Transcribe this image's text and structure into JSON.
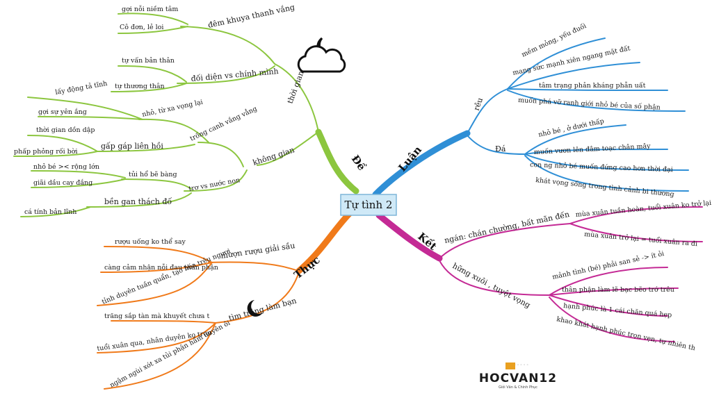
{
  "center": {
    "label": "Tự tình 2"
  },
  "colors": {
    "de": "#8cc63f",
    "thuc": "#f07a1a",
    "luan": "#2f8fd6",
    "ket": "#c42a95",
    "center_fill": "#cfe9f7",
    "center_border": "#7fb5d8"
  },
  "branches": {
    "de": {
      "label": "Đề",
      "thoi_gian": {
        "label": "thời gian",
        "dem_khuya": {
          "label": "đêm khuya thanh vắng",
          "leaves": [
            "gợi nỗi niềm tâm",
            "Cô đơn, lẻ loi"
          ]
        },
        "doi_dien": {
          "label": "đối diện vs chính mình",
          "leaves": [
            "tự  vấn bản thân",
            "tự  thương thân"
          ]
        }
      },
      "khong_gian": {
        "label": "không gian",
        "trong_canh": {
          "label": "trống canh vắng vẳng",
          "sub": [
            {
              "label": "nhỏ, từ  xa vọng lại",
              "leaves": [
                "lấy động tả tĩnh",
                "gợi sự yên ắng"
              ]
            },
            {
              "label": "gấp gáp liên hồi",
              "leaves": [
                "thời gian dồn dập",
                "phấp phỏng rối bời"
              ]
            }
          ]
        },
        "tro_vs_nuoc_non": {
          "label": "trơ vs nước non",
          "sub": [
            {
              "label": "tủi hổ bẽ bàng",
              "leaves": [
                "nhỏ bé >< rộng lớn",
                "giãi dầu cay đắng"
              ]
            },
            {
              "label": "bền gan thách đố",
              "leaves": [
                "cá tính bản lĩnh"
              ]
            }
          ]
        }
      }
    },
    "thuc": {
      "label": "Thực",
      "muon_ruou": {
        "label": "mượn rượu giải sầu",
        "leaves": [
          "rượu uống ko thể say",
          "càng cảm nhận nỗi đau thân phận",
          "tỉnh duyên tuần quẩn, tạo hóa trêu ngươi"
        ]
      },
      "tim_trang": {
        "label": "tìm trăng làm bạn",
        "leaves": [
          "trăng sắp tàn mà khuyết chưa t",
          "tuổi xuân qua, nhân duyên ko trọn",
          "ngậm ngùi xót xa tủi phận hẩm duyên ôi"
        ]
      }
    },
    "luan": {
      "label": "Luận",
      "reu": {
        "label": "rêu",
        "leaves": [
          "mềm mỏng, yếu đuối",
          "mang sức mạnh xiên ngang mặt đất",
          "tâm trạng phản kháng phẫn uất",
          "muốn phá vỡ ranh giới nhỏ bé của số phận"
        ]
      },
      "da": {
        "label": "Đá",
        "leaves": [
          "nhỏ bé , ở dưới thấp",
          "muốn vươn lên đâm toạc chân mây",
          "con ng nhỏ bé muốn đứng cao hơn thời đại",
          "khát vọng sống trong tình cảnh bi thương"
        ]
      }
    },
    "ket": {
      "label": "Kết",
      "ngan": {
        "label": "ngán: chán chường, bất mãn đến",
        "leaves": [
          "mùa xuân tuần hoàn, tuổi xuân ko trở lại",
          "mùa xuân trở lại = tuổi xuân ra đi"
        ]
      },
      "ngan_ngam": {
        "label": "hững xuôi , tuyệt vọng",
        "leaves": [
          "mảnh tình (bé) phải san sẻ -> ít ỏi",
          "thân phận làm lẽ bạc bẽo trớ trêu",
          "hạnh phúc là 1 cái chăn quá hẹp",
          "khao khát hạnh phúc trọn vẹn, tự nhiên th"
        ]
      }
    }
  },
  "icons": [
    "cloud-moon-icon",
    "crescent-moon-icon"
  ],
  "logo": {
    "text": "HOCVAN12",
    "small_top": "◦ ◦ ◦ ◦ ◦ ◦ ◦",
    "small_bottom": "Giỏi Văn & Chinh Phục"
  }
}
